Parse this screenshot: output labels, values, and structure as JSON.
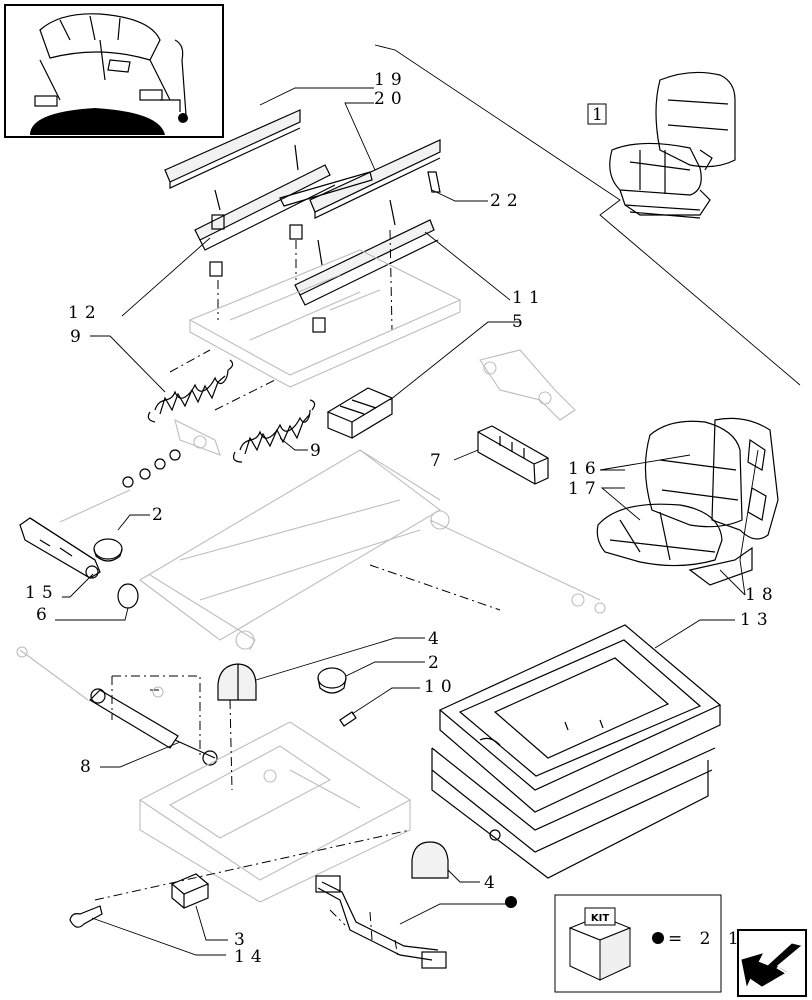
{
  "labels": {
    "l1": "1",
    "l2a": "2",
    "l2b": "2",
    "l3": "3",
    "l4a": "4",
    "l4b": "4",
    "l5": "5",
    "l6": "6",
    "l7": "7",
    "l8": "8",
    "l9a": "9",
    "l9b": "9",
    "l10": "10",
    "l11": "11",
    "l12": "12",
    "l13": "13",
    "l14": "14",
    "l15": "15",
    "l16": "16",
    "l17": "17",
    "l18": "18",
    "l19": "19",
    "l20": "20",
    "l22": "22"
  },
  "kit": {
    "badge": "KIT",
    "equation": "= 2 1"
  },
  "icons": {
    "nav": "arrow-back-icon",
    "kit": "kit-box-icon"
  }
}
